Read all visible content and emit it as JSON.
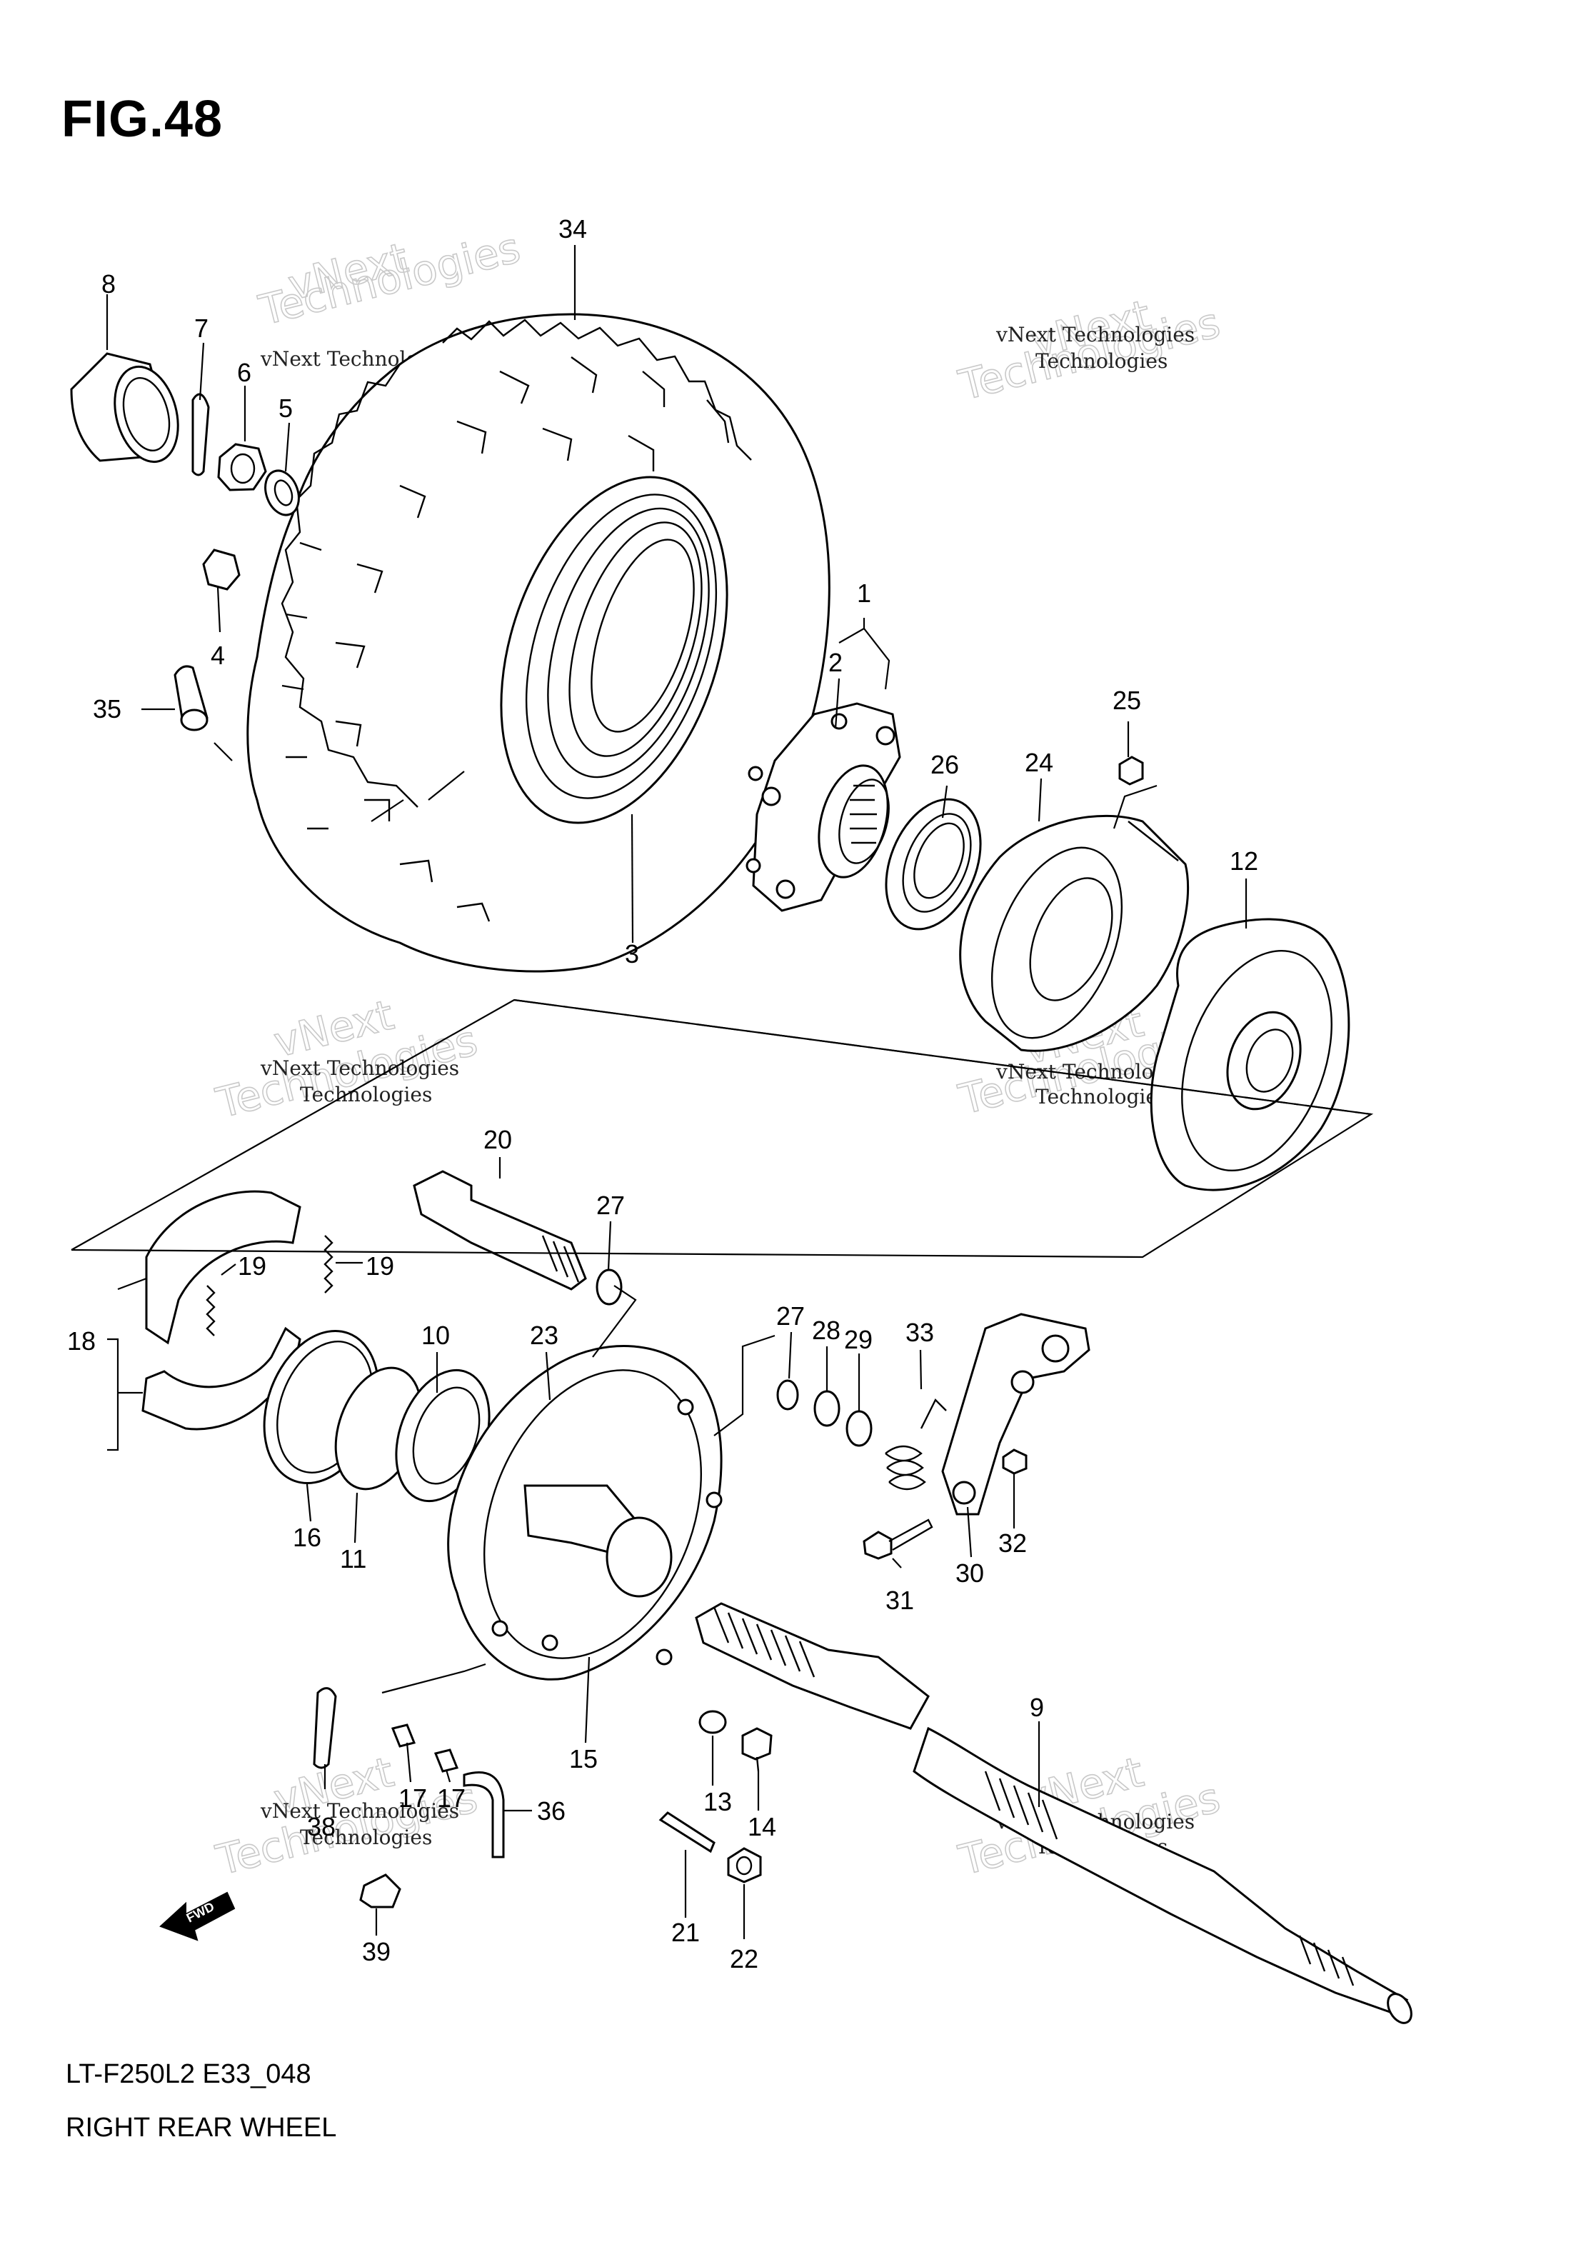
{
  "figure": {
    "title": "FIG.48"
  },
  "footer": {
    "code": "LT-F250L2 E33_048",
    "name": "RIGHT REAR WHEEL"
  },
  "watermark": {
    "line1": "vNext Technologies",
    "line2": "vNext",
    "line3": "Technologies"
  },
  "direction_badge": "FWD",
  "callouts": [
    "34",
    "8",
    "7",
    "6",
    "5",
    "4",
    "35",
    "1",
    "2",
    "3",
    "25",
    "26",
    "24",
    "12",
    "20",
    "27",
    "19",
    "19",
    "18",
    "10",
    "23",
    "16",
    "11",
    "27",
    "28",
    "29",
    "33",
    "30",
    "31",
    "32",
    "9",
    "15",
    "13",
    "14",
    "17",
    "17",
    "36",
    "38",
    "21",
    "22",
    "39"
  ],
  "colors": {
    "line": "#000000",
    "watermark_outline": "#c9c9c9",
    "background": "#ffffff"
  }
}
